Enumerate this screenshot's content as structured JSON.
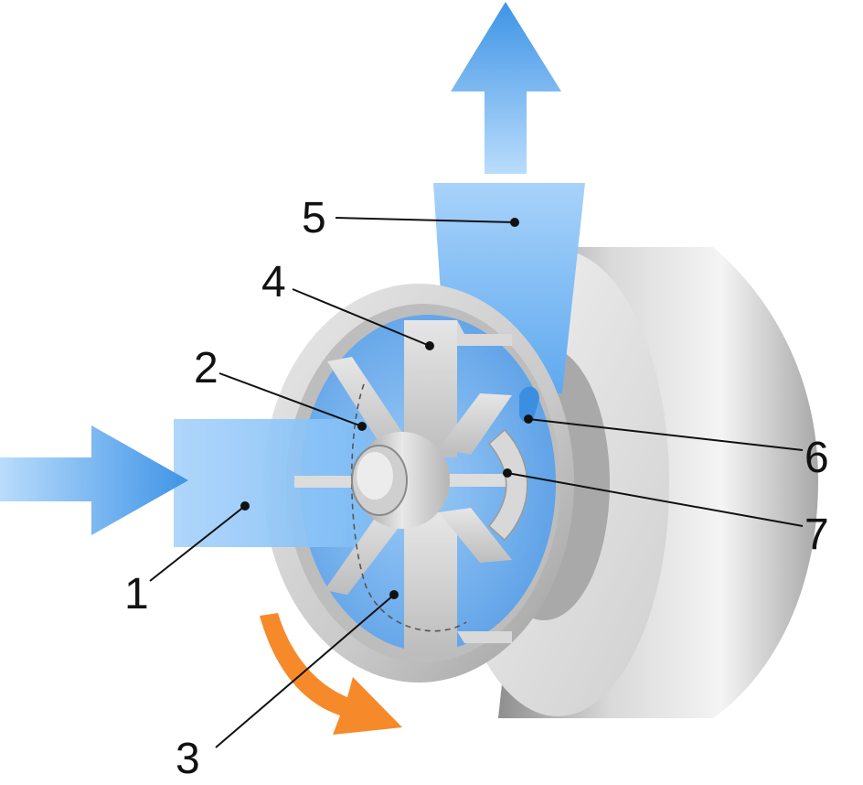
{
  "labels": [
    {
      "id": "1",
      "text": "1"
    },
    {
      "id": "2",
      "text": "2"
    },
    {
      "id": "3",
      "text": "3"
    },
    {
      "id": "4",
      "text": "4"
    },
    {
      "id": "5",
      "text": "5"
    },
    {
      "id": "6",
      "text": "6"
    },
    {
      "id": "7",
      "text": "7"
    }
  ],
  "colors": {
    "air_flow": "#5aa6ee",
    "air_flow_light": "#a9d3fb",
    "rotation_arrow": "#f68a2a",
    "metal_light": "#eeeeee",
    "metal_dark": "#8c8c8c",
    "leader_line": "#111111"
  }
}
